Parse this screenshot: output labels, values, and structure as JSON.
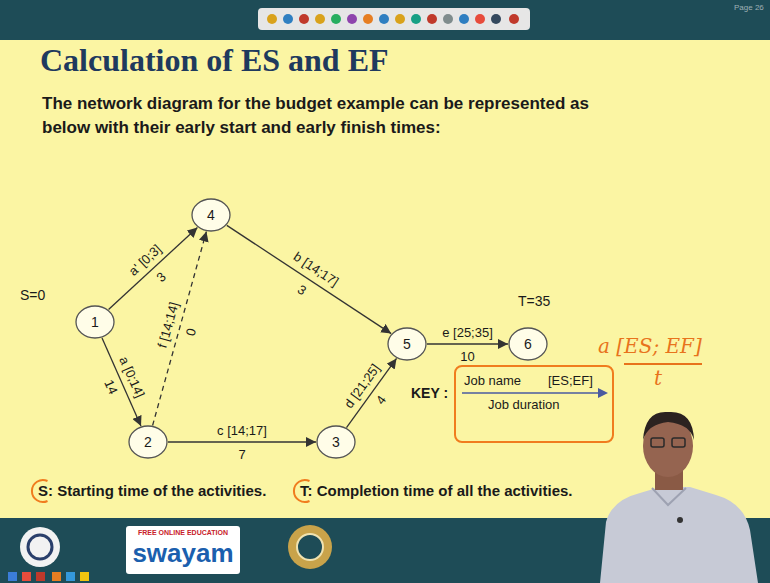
{
  "diagram": {
    "title": "Calculation of ES and EF",
    "nodes": [
      {
        "text": [
          "1"
        ]
      },
      {
        "text": [
          "2"
        ]
      },
      {
        "text": [
          "3"
        ]
      },
      {
        "text": [
          "4"
        ]
      },
      {
        "text": [
          "5"
        ]
      },
      {
        "text": [
          "6"
        ]
      }
    ],
    "edges": [
      {
        "from": 0,
        "to": 3,
        "arrow": "to",
        "label": "a' [0;3]"
      },
      {
        "from": 0,
        "to": 1,
        "arrow": "to",
        "label": "a [0;14]"
      },
      {
        "from": 1,
        "to": 3,
        "arrow": "to",
        "label": "f [14;14]"
      },
      {
        "from": 3,
        "to": 4,
        "arrow": "to",
        "label": "b [14;17]"
      },
      {
        "from": 1,
        "to": 2,
        "arrow": "to",
        "label": "c [14;17]"
      },
      {
        "from": 2,
        "to": 4,
        "arrow": "to",
        "label": "d [21;25]"
      },
      {
        "from": 4,
        "to": 5,
        "arrow": "to",
        "label": "e [25;35]"
      }
    ],
    "labels": [
      "Page 26",
      "The network diagram for the budget example can be represented as below with their early start and early finish times:",
      "S=0",
      "T=35",
      "3",
      "14",
      "0",
      "3",
      "7",
      "4",
      "10",
      "a [ES; EF]",
      "t",
      "KEY :",
      "Job name",
      "[ES;EF]",
      "Job duration",
      "S: Starting time of the activities.",
      "T: Completion time of all the activities.",
      "FREE ONLINE EDUCATION",
      "swayam"
    ]
  }
}
